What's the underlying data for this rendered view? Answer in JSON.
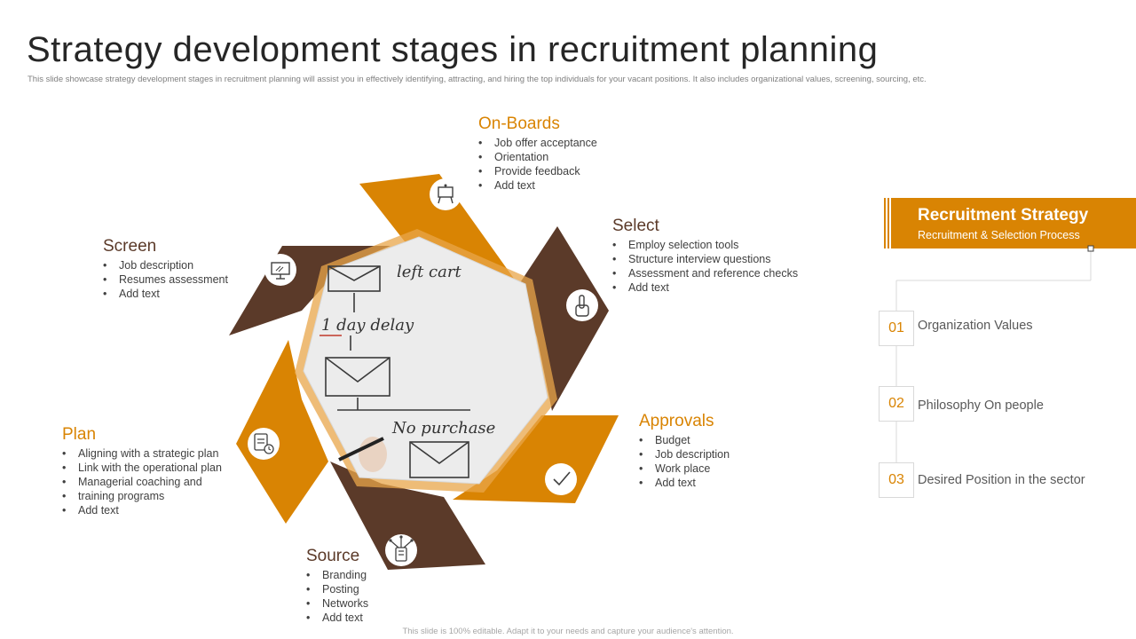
{
  "title": "Strategy development stages  in recruitment  planning",
  "subtitle": "This slide showcase strategy development stages in recruitment planning   will assist you in effectively identifying, attracting, and hiring the top individuals  for your vacant positions. It also includes organizational values, screening, sourcing, etc.",
  "footer": "This slide is 100% editable. Adapt it to your needs and capture your audience's attention.",
  "colors": {
    "orange": "#d98403",
    "brown": "#5b3a29",
    "dark_text": "#262626"
  },
  "stages": {
    "onboards": {
      "title": "On-Boards",
      "icon": "presentation-board-icon",
      "items": [
        "Job offer acceptance",
        "Orientation",
        "Provide  feedback",
        "Add text"
      ]
    },
    "select": {
      "title": "Select",
      "icon": "hand-pointer-icon",
      "items": [
        "Employ selection tools",
        "Structure interview  questions",
        "Assessment and reference  checks",
        "Add text"
      ]
    },
    "approvals": {
      "title": "Approvals",
      "icon": "checkmark-icon",
      "items": [
        "Budget",
        "Job description",
        "Work place",
        "Add text"
      ]
    },
    "source": {
      "title": "Source",
      "icon": "network-device-icon",
      "items": [
        "Branding",
        "Posting",
        "Networks",
        "Add text"
      ]
    },
    "plan": {
      "title": "Plan",
      "icon": "clipboard-clock-icon",
      "items": [
        "Aligning with a strategic plan",
        "Link with the operational  plan",
        "Managerial   coaching and",
        "training programs",
        "Add text"
      ]
    },
    "screen": {
      "title": "Screen",
      "icon": "monitor-icon",
      "items": [
        "Job description",
        "Resumes assessment",
        "Add text"
      ]
    }
  },
  "whiteboard": {
    "line1": "left cart",
    "line2": "1  day delay",
    "line3": "No purchase"
  },
  "recruitment_strategy": {
    "title": "Recruitment Strategy",
    "subtitle": "Recruitment & Selection Process",
    "items": [
      {
        "number": "01",
        "label": "Organization Values"
      },
      {
        "number": "02",
        "label": "Philosophy On people"
      },
      {
        "number": "03",
        "label": "Desired Position in the sector"
      }
    ]
  }
}
